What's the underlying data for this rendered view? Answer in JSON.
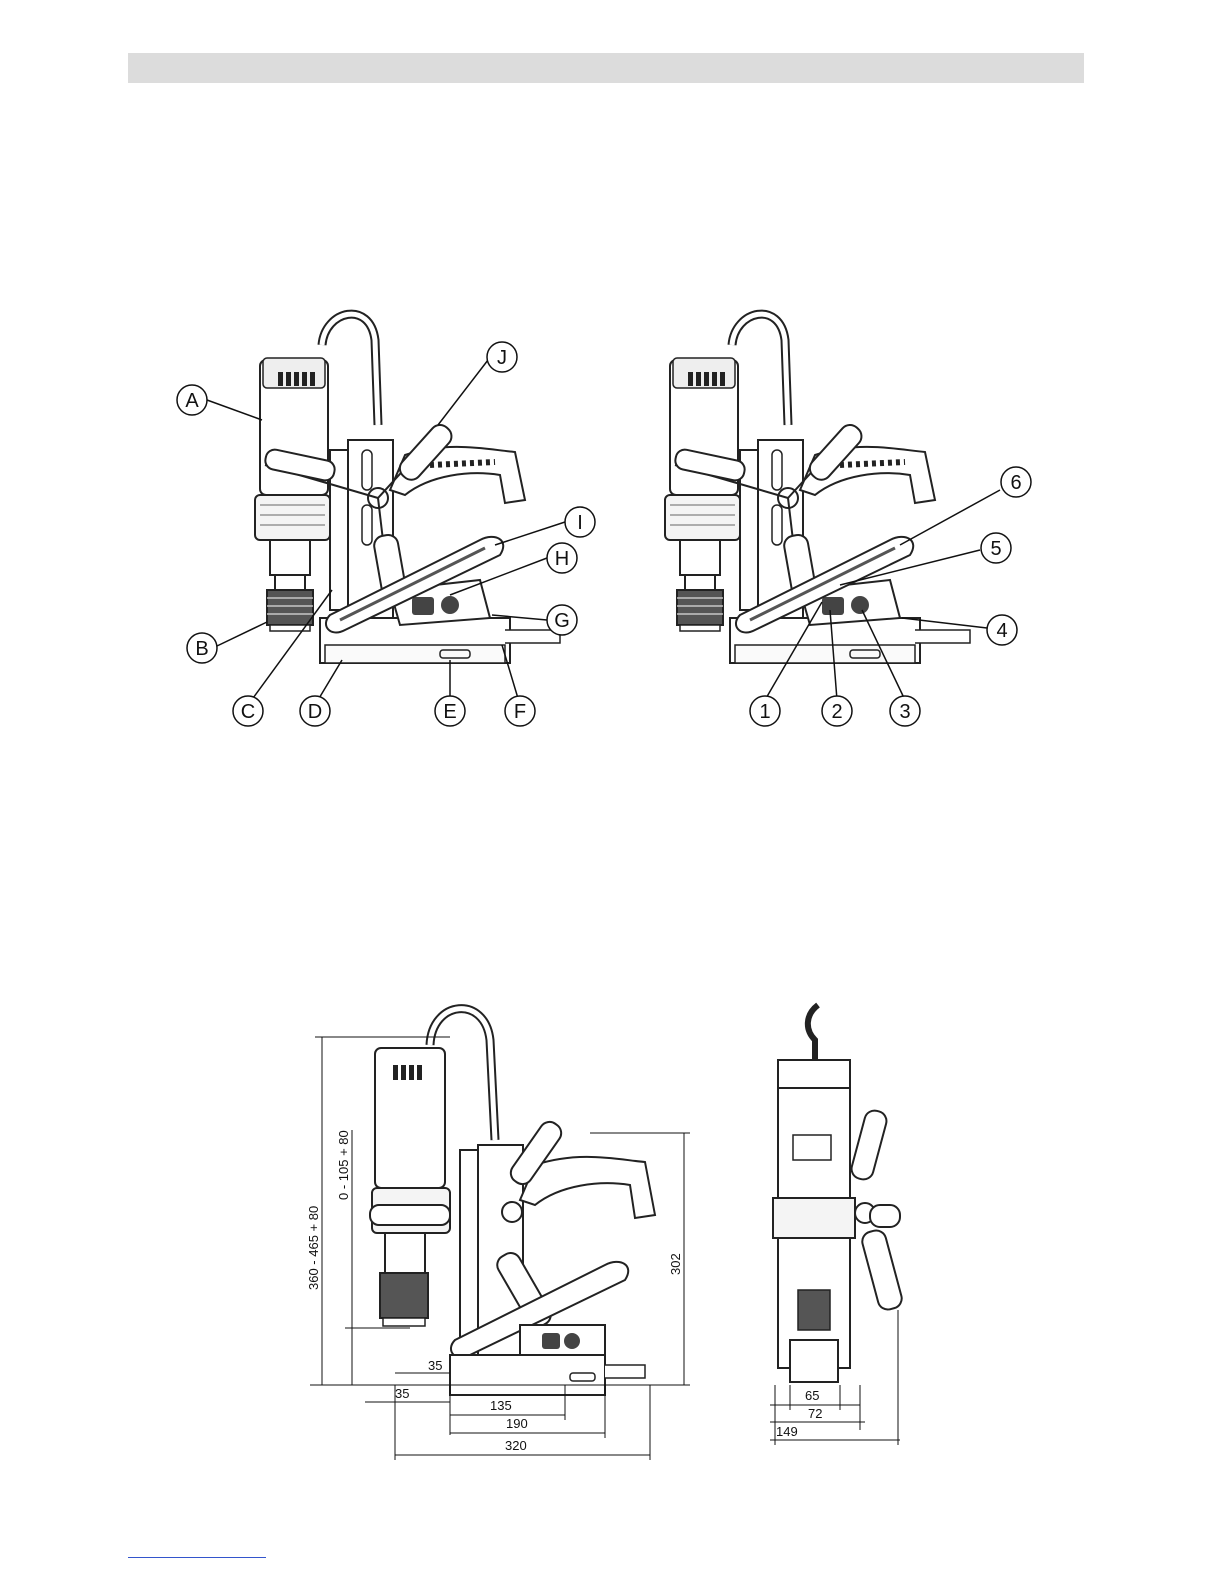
{
  "figure1": {
    "left_labels": [
      "A",
      "B",
      "C",
      "D",
      "E",
      "F",
      "G",
      "H",
      "I",
      "J"
    ],
    "right_labels": [
      "1",
      "2",
      "3",
      "4",
      "5",
      "6"
    ]
  },
  "figure2": {
    "side_view": {
      "total_height": "360 - 465 + 80",
      "stroke": "0 - 105 + 80",
      "height_302": "302",
      "offset_35_top": "35",
      "offset_35_bottom": "35",
      "w135": "135",
      "w190": "190",
      "w320": "320"
    },
    "front_view": {
      "w65": "65",
      "w72": "72",
      "w149": "149"
    }
  }
}
